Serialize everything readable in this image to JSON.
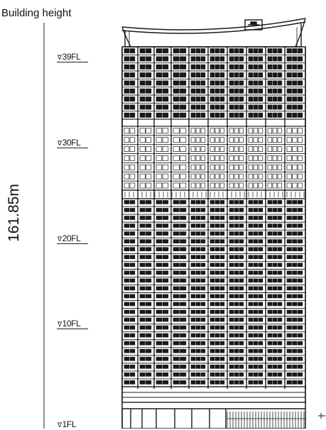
{
  "caption": "Building height",
  "dimension": "161.85m",
  "floor_marker": "∇",
  "floors": [
    {
      "label": "39FL",
      "floor": 39
    },
    {
      "label": "30FL",
      "floor": 30
    },
    {
      "label": "20FL",
      "floor": 20
    },
    {
      "label": "10FL",
      "floor": 10
    },
    {
      "label": "1FL",
      "floor": 1
    }
  ],
  "colors": {
    "line": "#1a1a1a",
    "background": "#ffffff"
  }
}
